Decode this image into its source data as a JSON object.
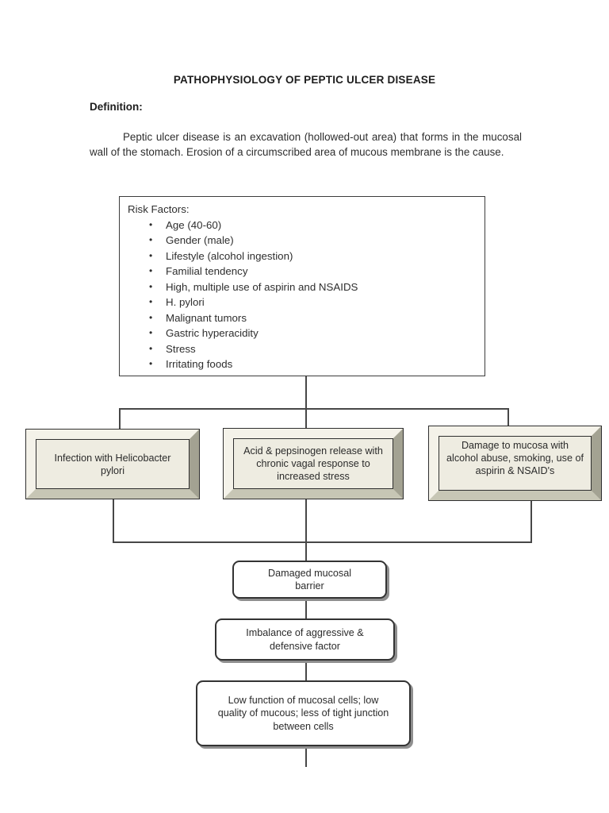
{
  "document": {
    "title": "PATHOPHYSIOLOGY OF PEPTIC ULCER DISEASE",
    "definition_heading": "Definition:",
    "definition_text": "Peptic ulcer disease is an excavation (hollowed-out area) that forms in the mucosal wall of the stomach. Erosion of a circumscribed area of mucous membrane is the cause."
  },
  "risk_factors": {
    "heading": "Risk Factors:",
    "items": [
      "Age (40-60)",
      "Gender (male)",
      "Lifestyle (alcohol ingestion)",
      "Familial tendency",
      "High, multiple use of aspirin and NSAIDS",
      "H. pylori",
      "Malignant tumors",
      "Gastric hyperacidity",
      "Stress",
      "Irritating foods"
    ]
  },
  "flowchart": {
    "causes": [
      {
        "label": "Infection with Helicobacter pylori"
      },
      {
        "label": "Acid & pepsinogen release with chronic vagal response to increased stress"
      },
      {
        "label": "Damage to mucosa with alcohol abuse, smoking, use of aspirin & NSAID's"
      }
    ],
    "stages": [
      {
        "label": "Damaged mucosal barrier"
      },
      {
        "label": "Imbalance of aggressive & defensive factor"
      },
      {
        "label": "Low function of mucosal cells; low quality of mucous; less of tight junction between cells"
      }
    ]
  },
  "icons": {
    "bullet": "•"
  },
  "colors": {
    "bevel_face": "#eeece1",
    "bevel_light": "#f4f2e9",
    "bevel_shade_right": "#a3a292",
    "bevel_shade_bottom": "#c7c6b5",
    "connector_line": "#474747",
    "box_shadow": "#8f8f8f",
    "text": "#2e2e2e"
  }
}
